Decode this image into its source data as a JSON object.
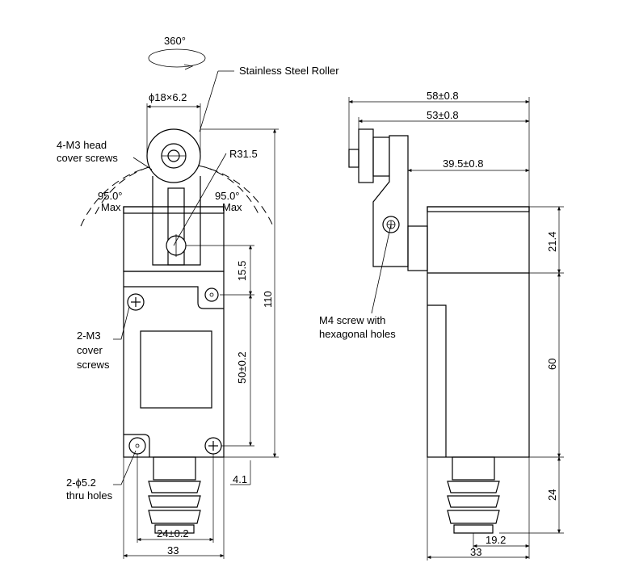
{
  "front_view": {
    "rotation": "360°",
    "roller_label": "Stainless Steel Roller",
    "roller_size": "ϕ18×6.2",
    "head_screws_line1": "4-M3 head",
    "head_screws_line2": "cover screws",
    "radius": "R31.5",
    "angle_left": "95.0°",
    "angle_left_max": "Max",
    "angle_right": "95.0°",
    "angle_right_max": "Max",
    "cover_screws_line1": "2-M3",
    "cover_screws_line2": "cover",
    "cover_screws_line3": "screws",
    "holes_line1": "2-ϕ5.2",
    "holes_line2": "thru holes",
    "dim_15_5": "15.5",
    "dim_110": "110",
    "dim_50": "50±0.2",
    "dim_4_1": "4.1",
    "dim_24": "24±0.2",
    "dim_33": "33"
  },
  "side_view": {
    "dim_58": "58±0.8",
    "dim_53": "53±0.8",
    "dim_39_5": "39.5±0.8",
    "dim_21_4": "21.4",
    "dim_60": "60",
    "dim_24": "24",
    "dim_19_2": "19.2",
    "dim_33": "33",
    "screw_line1": "M4 screw with",
    "screw_line2": "hexagonal holes"
  }
}
